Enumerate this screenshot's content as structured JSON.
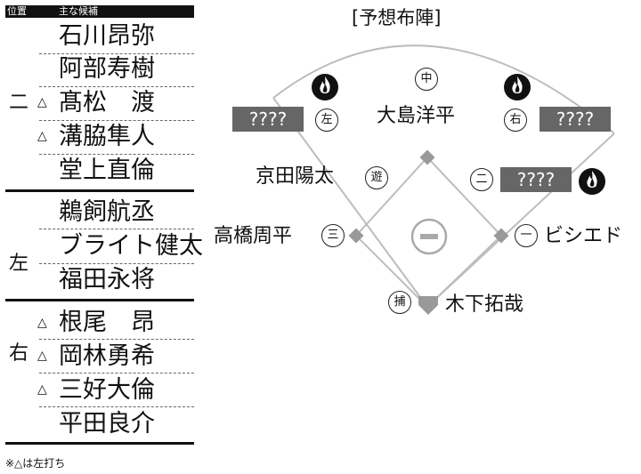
{
  "table": {
    "header": {
      "position": "位置",
      "candidates": "主な候補"
    },
    "groups": [
      {
        "position": "二",
        "players": [
          {
            "name": "石川昂弥",
            "lefty": false
          },
          {
            "name": "阿部寿樹",
            "lefty": false
          },
          {
            "name": "髙松　渡",
            "lefty": true
          },
          {
            "name": "溝脇隼人",
            "lefty": true
          },
          {
            "name": "堂上直倫",
            "lefty": false
          }
        ]
      },
      {
        "position": "左",
        "players": [
          {
            "name": "鵜飼航丞",
            "lefty": false
          },
          {
            "name": "ブライト健太",
            "lefty": false
          },
          {
            "name": "福田永将",
            "lefty": false
          }
        ]
      },
      {
        "position": "右",
        "players": [
          {
            "name": "根尾　昂",
            "lefty": true
          },
          {
            "name": "岡林勇希",
            "lefty": true
          },
          {
            "name": "三好大倫",
            "lefty": true
          },
          {
            "name": "平田良介",
            "lefty": false
          }
        ]
      }
    ],
    "lefty_mark": "△",
    "note": "※△は左打ち"
  },
  "field": {
    "title": "[予想布陣]",
    "players": {
      "center": {
        "badge": "中",
        "name": "大島洋平"
      },
      "left": {
        "badge": "左",
        "name": "????"
      },
      "right": {
        "badge": "右",
        "name": "????"
      },
      "short": {
        "badge": "遊",
        "name": "京田陽太"
      },
      "second": {
        "badge": "二",
        "name": "????"
      },
      "third": {
        "badge": "三",
        "name": "高橋周平"
      },
      "first": {
        "badge": "一",
        "name": "ビシエド"
      },
      "catcher": {
        "badge": "捕",
        "name": "木下拓哉"
      }
    },
    "colors": {
      "unknown_box": "#666666",
      "lines": "#bbbbbb",
      "flame": "#111111"
    }
  }
}
